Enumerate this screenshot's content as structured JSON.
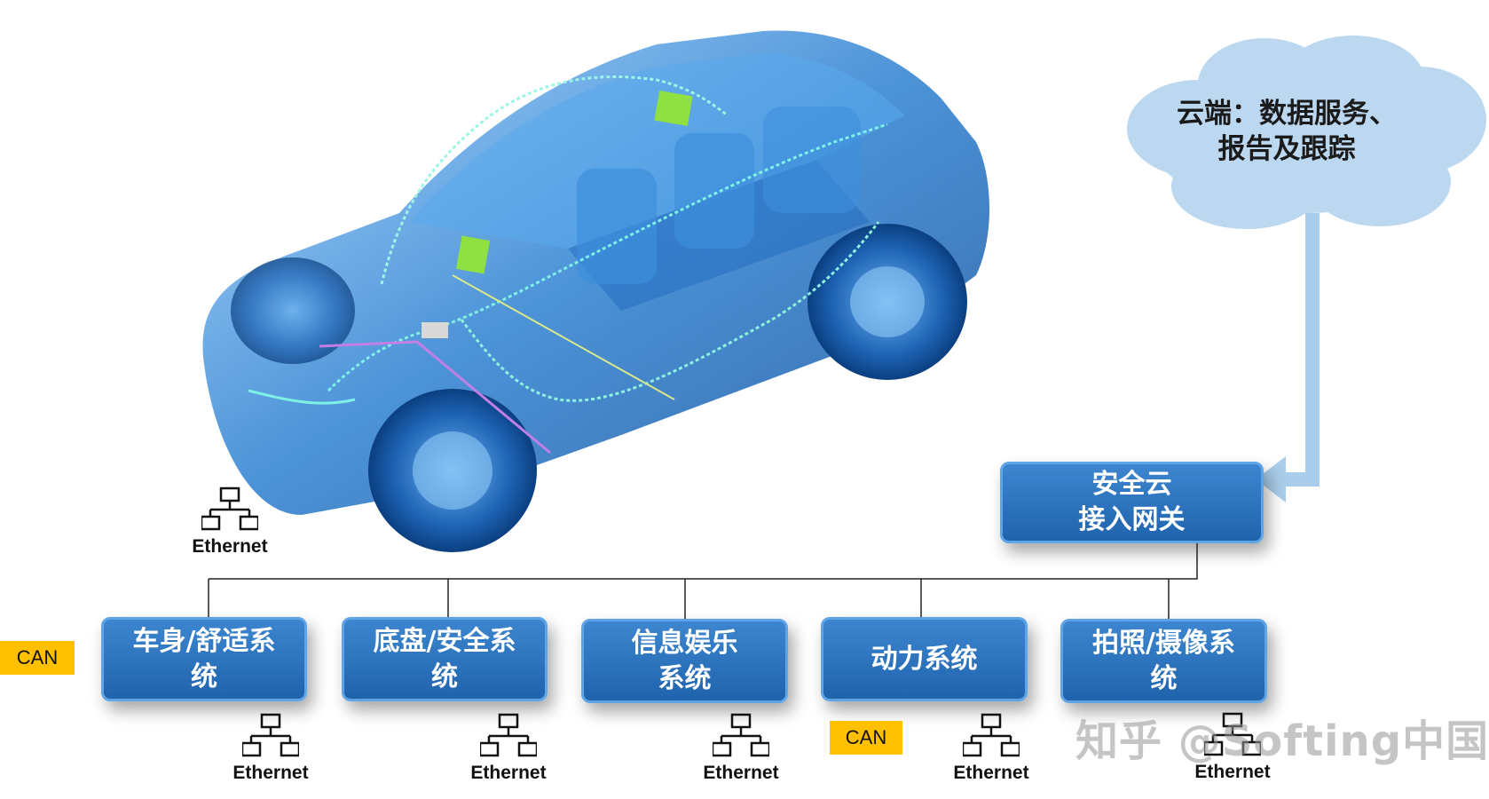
{
  "cloud": {
    "line1": "云端：数据服务、",
    "line2": "报告及跟踪"
  },
  "gateway": {
    "line1": "安全云",
    "line2": "接入网关"
  },
  "systems": [
    {
      "line1": "车身/舒适系",
      "line2": "统"
    },
    {
      "line1": "底盘/安全系",
      "line2": "统"
    },
    {
      "line1": "信息娱乐",
      "line2": "系统"
    },
    {
      "line1": "动力系统",
      "line2": ""
    },
    {
      "line1": "拍照/摄像系",
      "line2": "统"
    }
  ],
  "can_labels": {
    "left": "CAN",
    "middle": "CAN"
  },
  "ethernet_label": "Ethernet",
  "watermark": "知乎 @Softing中国",
  "colors": {
    "box_fill": "#2a72bd",
    "box_border": "#5ea4e6",
    "can_tag": "#ffc000",
    "cloud_fill": "#bcd7f0",
    "arrow": "#a9cdea",
    "car_body": "#2c7fd0"
  }
}
